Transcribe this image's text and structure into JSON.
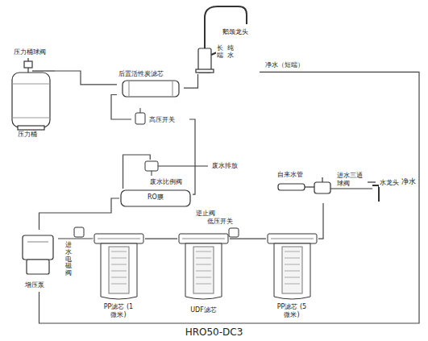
{
  "diagram": {
    "caption": "HRO50-DC3",
    "nodes": [
      {
        "text": [
          "鹅颈龙头"
        ]
      },
      {
        "text": [
          "压力桶"
        ]
      },
      {
        "text": [
          "后置活性炭滤芯"
        ]
      },
      {
        "text": [
          "高压开关"
        ]
      },
      {
        "text": [
          "废水比例阀"
        ]
      },
      {
        "text": [
          "RO膜"
        ]
      },
      {
        "text": [
          "PP滤芯 (1微米)"
        ]
      },
      {
        "text": [
          "UDF滤芯"
        ]
      },
      {
        "text": [
          "PP滤芯 (5微米)"
        ]
      },
      {
        "text": [
          "增压泵"
        ]
      },
      {
        "text": [
          "进水三通球阀"
        ]
      }
    ],
    "edges": [
      {
        "from": 10,
        "to": 8,
        "arrow": "none"
      },
      {
        "from": 8,
        "to": 7,
        "arrow": "none"
      },
      {
        "from": 7,
        "to": 6,
        "arrow": "none"
      },
      {
        "from": 6,
        "to": 9,
        "arrow": "none"
      },
      {
        "from": 9,
        "to": 5,
        "arrow": "none"
      },
      {
        "from": 5,
        "to": 3,
        "arrow": "none"
      },
      {
        "from": 3,
        "to": 2,
        "arrow": "none"
      },
      {
        "from": 2,
        "to": 0,
        "arrow": "none"
      },
      {
        "from": 1,
        "to": 2,
        "arrow": "none"
      },
      {
        "from": 9,
        "to": 0,
        "label": "净水",
        "arrow": "none"
      },
      {
        "from": 5,
        "to": 4,
        "arrow": "none"
      }
    ],
    "labels": [
      "长端",
      "纯水",
      "净水（短端）",
      "压力桶球阀",
      "废水排放",
      "逆止阀",
      "自来水管",
      "水龙头",
      "低压开关",
      "进水电磁阀"
    ]
  }
}
